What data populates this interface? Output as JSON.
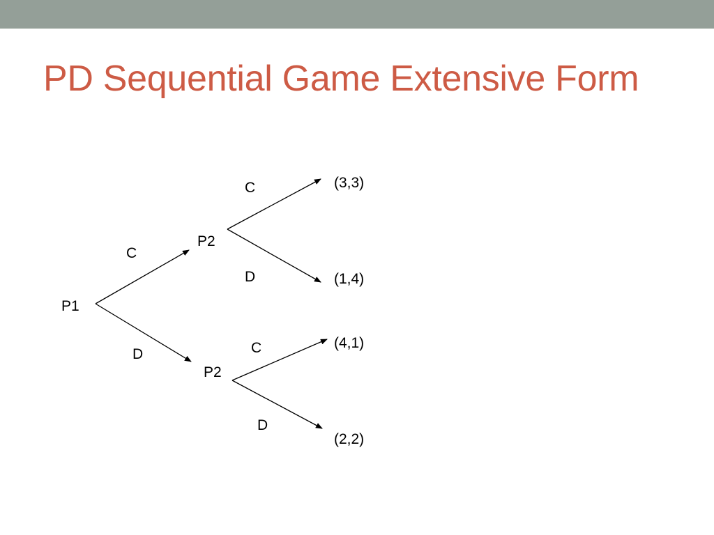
{
  "slide": {
    "title": "PD Sequential Game Extensive Form"
  },
  "colors": {
    "top_band": "#949f98",
    "title": "#cd5b45",
    "line": "#000000"
  },
  "tree": {
    "nodes": {
      "root": "P1",
      "upper": "P2",
      "lower": "P2"
    },
    "moves": {
      "root_up": "C",
      "root_down": "D",
      "upper_up": "C",
      "upper_down": "D",
      "lower_up": "C",
      "lower_down": "D"
    },
    "payoffs": {
      "cc": "(3,3)",
      "cd": "(1,4)",
      "dc": "(4,1)",
      "dd": "(2,2)"
    }
  }
}
